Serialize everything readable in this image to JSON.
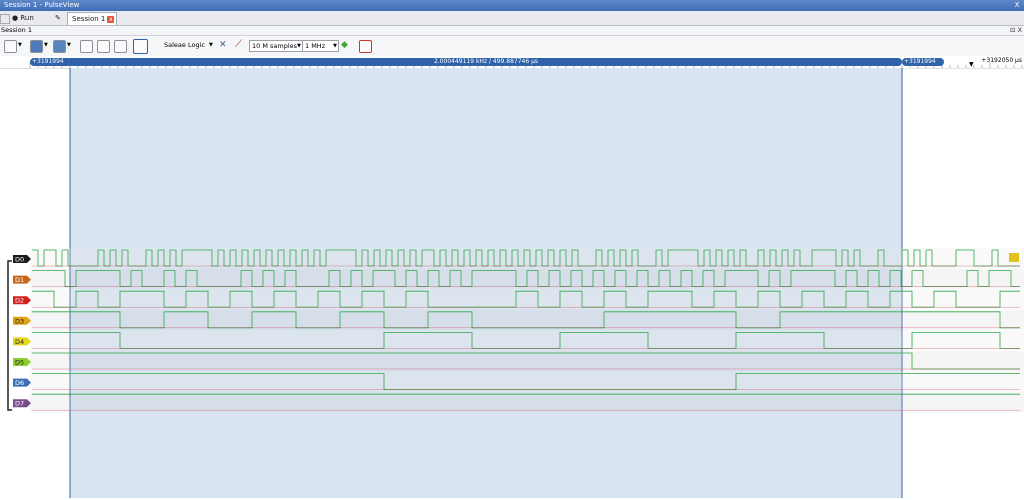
{
  "window": {
    "title": "Session 1 - PulseView",
    "close_label": "X"
  },
  "tabs": {
    "run_label": "Run",
    "session_label": "Session 1",
    "session_close": "x"
  },
  "session_bar": {
    "label": "Session 1",
    "controls": "⊡ X"
  },
  "toolbar": {
    "device": "Saleae Logic",
    "samples": "10 M samples",
    "rate": "1 MHz"
  },
  "ruler": {
    "left_cursor": "+3191994 µs",
    "right_cursor": "+3191994 µs",
    "measurement": "2.000449119 kHz / 499.887746 µs",
    "right_edge": "+3192050 µs"
  },
  "channels": [
    {
      "name": "D0",
      "color": "#1a1a1a",
      "base_period": 6
    },
    {
      "name": "D1",
      "color": "#c8661a",
      "base_period": 11
    },
    {
      "name": "D2",
      "color": "#d21f1f",
      "base_period": 22
    },
    {
      "name": "D3",
      "color": "#e1a317",
      "base_period": 44
    },
    {
      "name": "D4",
      "color": "#e6d71e",
      "base_period": 88
    },
    {
      "name": "D5",
      "color": "#8fce2f",
      "base_period": 176
    },
    {
      "name": "D6",
      "color": "#3a6fb7",
      "base_period": 352
    },
    {
      "name": "D7",
      "color": "#7b4c8a",
      "base_period": 700
    }
  ],
  "colors": {
    "selection": "#d9e4f1",
    "high": "#2ea84a",
    "low": "#c8233b",
    "accent": "#2f62a8"
  }
}
